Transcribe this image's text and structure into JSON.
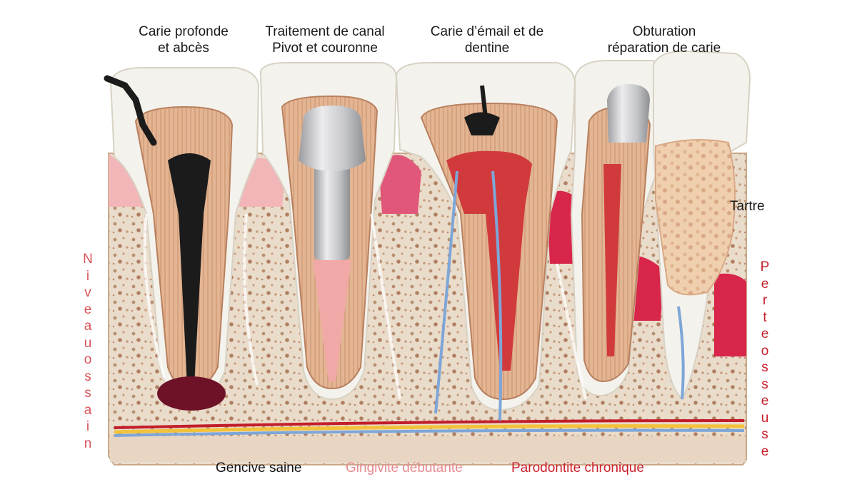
{
  "top_labels": [
    {
      "lines": [
        "Carie profonde",
        "et abcès"
      ]
    },
    {
      "lines": [
        "Traitement de canal",
        "Pivot et couronne"
      ]
    },
    {
      "lines": [
        "Carie d’émail et de",
        "dentine"
      ]
    },
    {
      "lines": [
        "Obturation",
        "réparation de carie"
      ]
    }
  ],
  "side_label": "Tartre",
  "bottom_labels": [
    {
      "text": "Gencive saine",
      "color": "#111111"
    },
    {
      "text": "Gingivite débutante",
      "color": "#e58a8f"
    },
    {
      "text": "Parodontite chronique",
      "color": "#cc1f2a"
    }
  ],
  "vertical_left": {
    "text": "Niveau os sain",
    "color": "#d9535a"
  },
  "vertical_right": {
    "text": "Perte osseuse",
    "color": "#c81e2a"
  },
  "colors": {
    "enamel": "#f4f2ec",
    "dentin": "#e3b592",
    "bone": "#eadccb",
    "gum_healthy": "#f2b6b8",
    "gum_inflamed": "#d8264a",
    "nerve": "#7ea6d8",
    "vessel": "#c21d2a",
    "decay": "#1b1b1b",
    "metal": "#c9cace"
  }
}
